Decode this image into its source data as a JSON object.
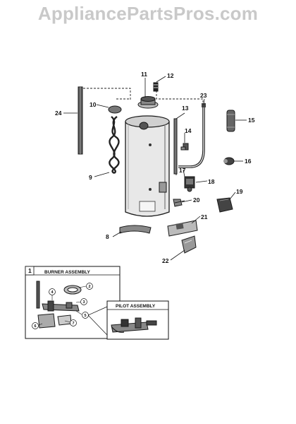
{
  "watermark": "AppliancePartsPros.com",
  "callouts": [
    {
      "id": "c1",
      "text": "1"
    },
    {
      "id": "c8",
      "text": "8"
    },
    {
      "id": "c9",
      "text": "9"
    },
    {
      "id": "c10",
      "text": "10"
    },
    {
      "id": "c11",
      "text": "11"
    },
    {
      "id": "c12",
      "text": "12"
    },
    {
      "id": "c13",
      "text": "13"
    },
    {
      "id": "c14",
      "text": "14"
    },
    {
      "id": "c15",
      "text": "15"
    },
    {
      "id": "c16",
      "text": "16"
    },
    {
      "id": "c17",
      "text": "17"
    },
    {
      "id": "c18",
      "text": "18"
    },
    {
      "id": "c19",
      "text": "19"
    },
    {
      "id": "c20",
      "text": "20"
    },
    {
      "id": "c21",
      "text": "21"
    },
    {
      "id": "c22",
      "text": "22"
    },
    {
      "id": "c23",
      "text": "23"
    },
    {
      "id": "c24",
      "text": "24"
    }
  ],
  "burner_assembly": {
    "number": "1",
    "title": "BURNER ASSEMBLY",
    "sub_labels": [
      "2",
      "3",
      "4",
      "5",
      "6",
      "7"
    ]
  },
  "pilot_assembly": {
    "title": "PILOT ASSEMBLY"
  }
}
